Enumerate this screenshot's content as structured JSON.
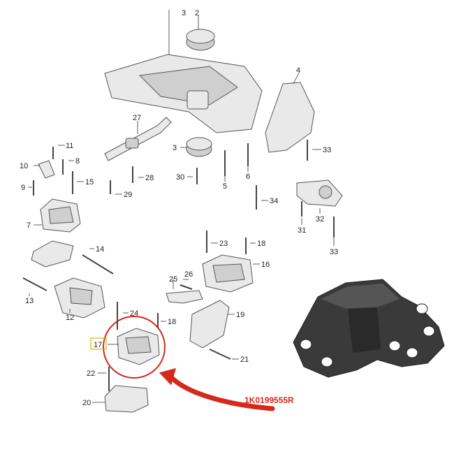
{
  "callouts": [
    {
      "id": "3",
      "text": "3"
    },
    {
      "id": "2",
      "text": "2"
    },
    {
      "id": "4",
      "text": "4"
    },
    {
      "id": "27",
      "text": "27"
    },
    {
      "id": "3b",
      "text": "3"
    },
    {
      "id": "11",
      "text": "11"
    },
    {
      "id": "10",
      "text": "10"
    },
    {
      "id": "8",
      "text": "8"
    },
    {
      "id": "9",
      "text": "9"
    },
    {
      "id": "15",
      "text": "15"
    },
    {
      "id": "28",
      "text": "28"
    },
    {
      "id": "29",
      "text": "29"
    },
    {
      "id": "30",
      "text": "30"
    },
    {
      "id": "5",
      "text": "5"
    },
    {
      "id": "6",
      "text": "6"
    },
    {
      "id": "33",
      "text": "33"
    },
    {
      "id": "34",
      "text": "34"
    },
    {
      "id": "31",
      "text": "31"
    },
    {
      "id": "32",
      "text": "32"
    },
    {
      "id": "33b",
      "text": "33"
    },
    {
      "id": "7",
      "text": "7"
    },
    {
      "id": "23",
      "text": "23"
    },
    {
      "id": "18",
      "text": "18"
    },
    {
      "id": "14",
      "text": "14"
    },
    {
      "id": "16",
      "text": "16"
    },
    {
      "id": "26",
      "text": "26"
    },
    {
      "id": "25",
      "text": "25"
    },
    {
      "id": "13",
      "text": "13"
    },
    {
      "id": "12",
      "text": "12"
    },
    {
      "id": "24",
      "text": "24"
    },
    {
      "id": "18b",
      "text": "18"
    },
    {
      "id": "19",
      "text": "19"
    },
    {
      "id": "17",
      "text": "17"
    },
    {
      "id": "21",
      "text": "21"
    },
    {
      "id": "22",
      "text": "22"
    },
    {
      "id": "20",
      "text": "20"
    }
  ],
  "part_number": "1K0199555R",
  "colors": {
    "highlight": "#d42a1e",
    "photo": "#2f2f2f"
  }
}
